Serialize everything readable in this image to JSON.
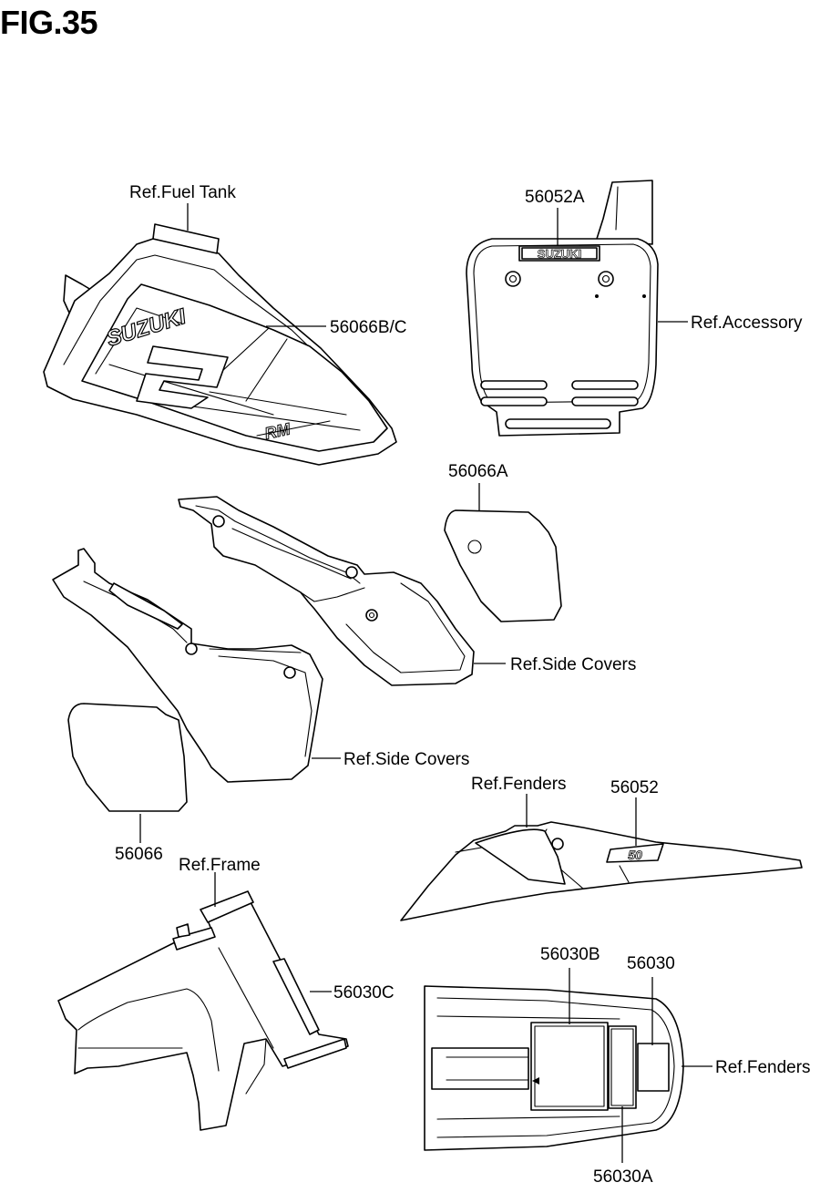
{
  "figure_title": "FIG.35",
  "labels": {
    "ref_fuel_tank": "Ref.Fuel Tank",
    "p56052A": "56052A",
    "p56066BC": "56066B/C",
    "ref_accessory": "Ref.Accessory",
    "p56066A": "56066A",
    "ref_side_covers_1": "Ref.Side Covers",
    "ref_side_covers_2": "Ref.Side Covers",
    "ref_fenders_1": "Ref.Fenders",
    "p56052": "56052",
    "p56066": "56066",
    "ref_frame": "Ref.Frame",
    "p56030C": "56030C",
    "p56030B": "56030B",
    "p56030": "56030",
    "ref_fenders_2": "Ref.Fenders",
    "p56030A": "56030A"
  },
  "decal_text": {
    "tank_brand": "SUZUKI",
    "tank_model": "RM",
    "plate_brand": "SUZUKI",
    "fender_number": "50"
  }
}
